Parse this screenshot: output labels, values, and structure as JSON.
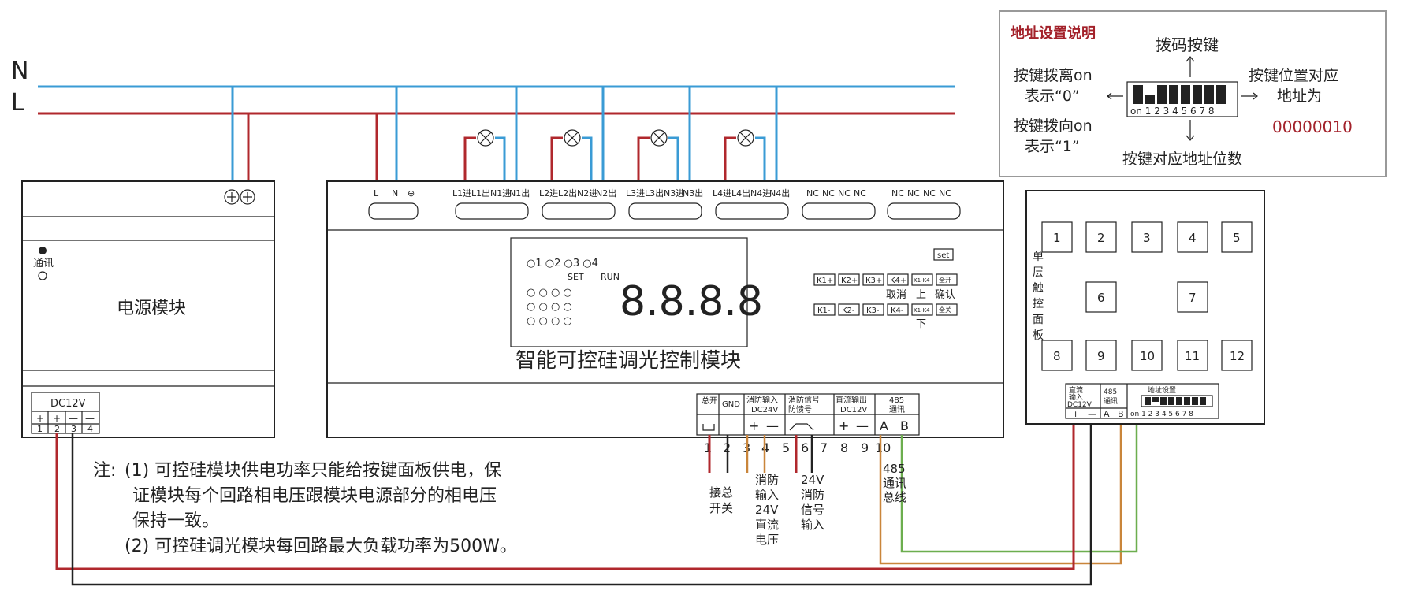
{
  "lines": {
    "n": "N",
    "l": "L"
  },
  "power_module": {
    "title": "电源模块",
    "comm_label": "通讯",
    "dc_label": "DC12V",
    "pins": [
      "1",
      "2",
      "3",
      "4"
    ],
    "pin_signs": [
      "+",
      "+",
      "—",
      "—"
    ]
  },
  "dimmer_module": {
    "title": "智能可控硅调光控制模块",
    "terminals_top": [
      "L",
      "N",
      "⊕",
      "L1进",
      "L1出",
      "N1进",
      "N1出",
      "L2进",
      "L2出",
      "N2进",
      "N2出",
      "L3进",
      "L3出",
      "N3进",
      "N3出",
      "L4进",
      "L4出",
      "N4进",
      "N4出",
      "NC",
      "NC",
      "NC",
      "NC",
      "NC",
      "NC",
      "NC",
      "NC"
    ],
    "indicators": [
      "o1",
      "o2",
      "o3",
      "o4",
      "SET",
      "RUN"
    ],
    "display": "8.8.8.8",
    "buttons": [
      "set",
      "K1+",
      "K2+",
      "K3+",
      "K4+",
      "K1-K4",
      "全开",
      "K1-",
      "K2-",
      "K3-",
      "K4-",
      "K1-K4",
      "全关"
    ],
    "button_labels": {
      "cancel": "取消",
      "up": "上",
      "confirm": "确认",
      "down": "下"
    },
    "bottom_headers": [
      "总开",
      "GND",
      "消防输入",
      "DC24V",
      "消防信号",
      "防馈号",
      "直流输出",
      "DC12V",
      "485",
      "通讯"
    ],
    "bottom_symbols": [
      "+",
      "—",
      "+",
      "—",
      "A",
      "B"
    ],
    "bottom_pins": [
      "1",
      "2",
      "3",
      "4",
      "5",
      "6",
      "7",
      "8",
      "9",
      "10"
    ],
    "callouts": {
      "main_switch": "接总开关",
      "fire_input": "消防输入24V直流电压",
      "fire_signal": "24V消防信号输入",
      "bus": "485通讯总线"
    }
  },
  "touch_panel": {
    "title": "单层触控面板",
    "buttons": [
      "1",
      "2",
      "3",
      "4",
      "5",
      "6",
      "7",
      "8",
      "9",
      "10",
      "11",
      "12"
    ],
    "terminal_headers": [
      "直流输入DC12V",
      "485通讯",
      "地址设置"
    ],
    "terminal_symbols": [
      "+",
      "—",
      "A",
      "B"
    ],
    "dip_labels": [
      "on",
      "1",
      "2",
      "3",
      "4",
      "5",
      "6",
      "7",
      "8"
    ]
  },
  "address_legend": {
    "title": "地址设置说明",
    "dip_button": "拨码按键",
    "off_line1": "按键拨离on",
    "off_line2": "表示“0”",
    "on_line1": "按键拨向on",
    "on_line2": "表示“1”",
    "pos_line1": "按键位置对应",
    "pos_line2": "地址为",
    "address": "00000010",
    "digits": "按键对应地址位数",
    "dip_labels": [
      "on",
      "1",
      "2",
      "3",
      "4",
      "5",
      "6",
      "7",
      "8"
    ]
  },
  "notes": {
    "prefix": "注:",
    "note1_line1": "(1) 可控硅模块供电功率只能给按键面板供电，保",
    "note1_line2": "证模块每个回路相电压跟模块电源部分的相电压",
    "note1_line3": "保持一致。",
    "note2": "(2) 可控硅调光模块每回路最大负载功率为500W。"
  },
  "colors": {
    "neutral": "#3a9bd5",
    "live": "#b0282d",
    "orange": "#c9853a",
    "green": "#6cae4f",
    "note": "#a3212a"
  }
}
